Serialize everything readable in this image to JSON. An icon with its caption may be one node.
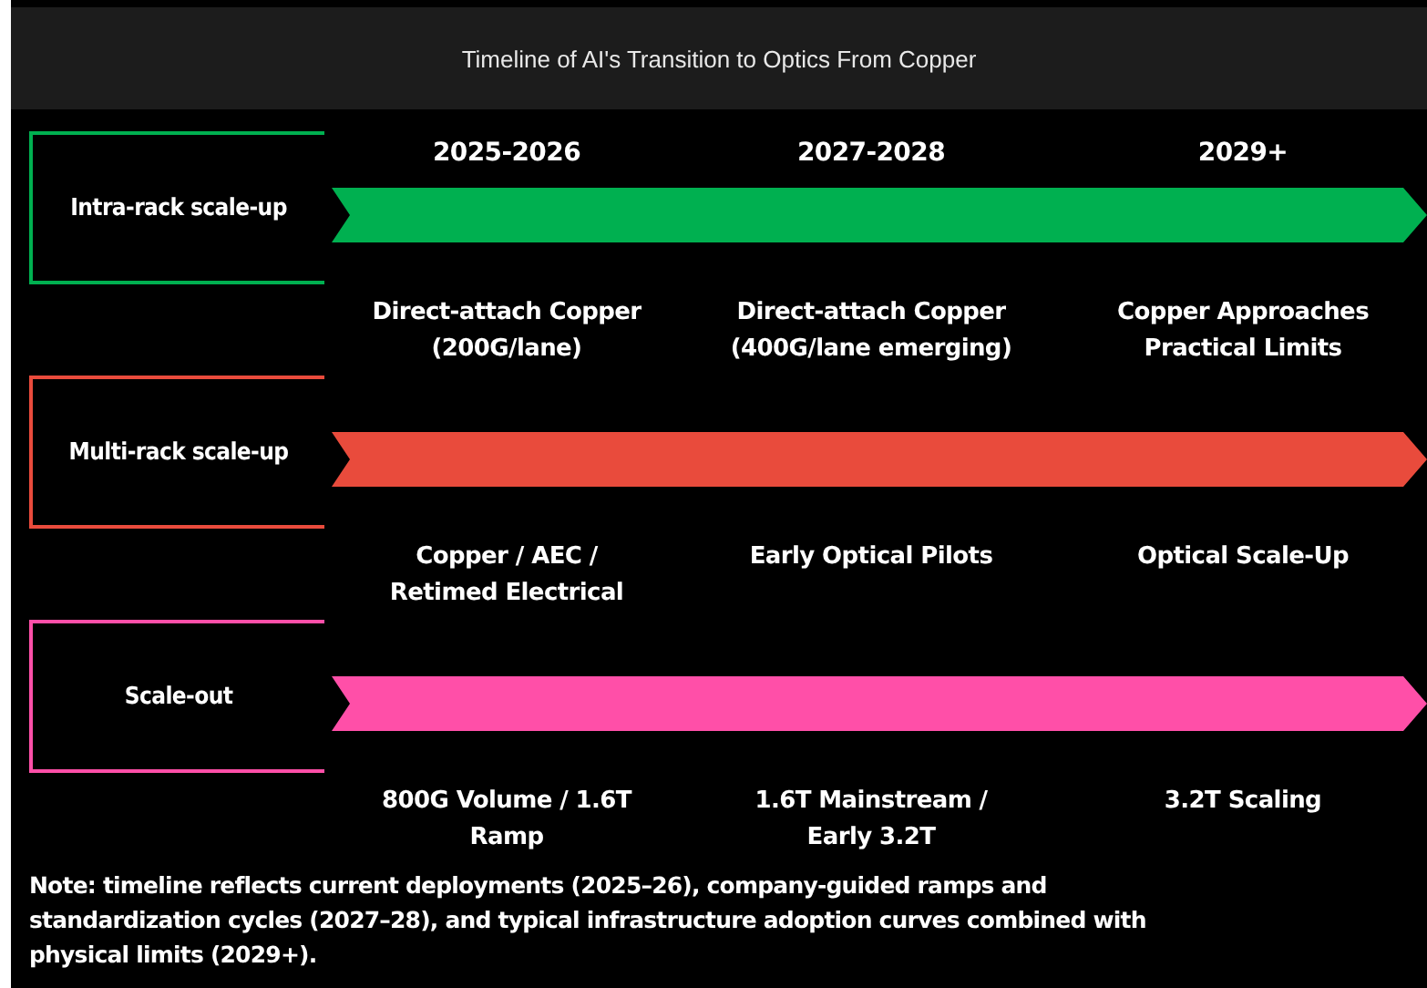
{
  "diagram": {
    "title": "Timeline of AI's Transition to Optics From Copper",
    "nodes": [
      {
        "text": [
          "Intra-rack scale-up"
        ]
      },
      {
        "text": [],
        "shape": "bar"
      },
      {
        "text": [
          "Multi-rack scale-up"
        ]
      },
      {
        "text": [],
        "shape": "bar"
      },
      {
        "text": [
          "Scale-out"
        ]
      },
      {
        "text": [],
        "shape": "bar"
      }
    ],
    "labels": [
      "2025-2026",
      "2027-2028",
      "2029+",
      "Direct-attach Copper (200G/lane)",
      "Direct-attach Copper (400G/lane emerging)",
      "Copper Approaches Practical Limits",
      "Copper / AEC / Retimed Electrical",
      "Early Optical Pilots",
      "Optical Scale-Up",
      "800G Volume / 1.6T Ramp",
      "1.6T Mainstream / Early 3.2T",
      "3.2T Scaling",
      "Note: timeline reflects current deployments (2025–26), company-guided ramps and standardization cycles (2027–28), and typical infrastructure adoption curves combined with physical limits (2029+)."
    ]
  }
}
